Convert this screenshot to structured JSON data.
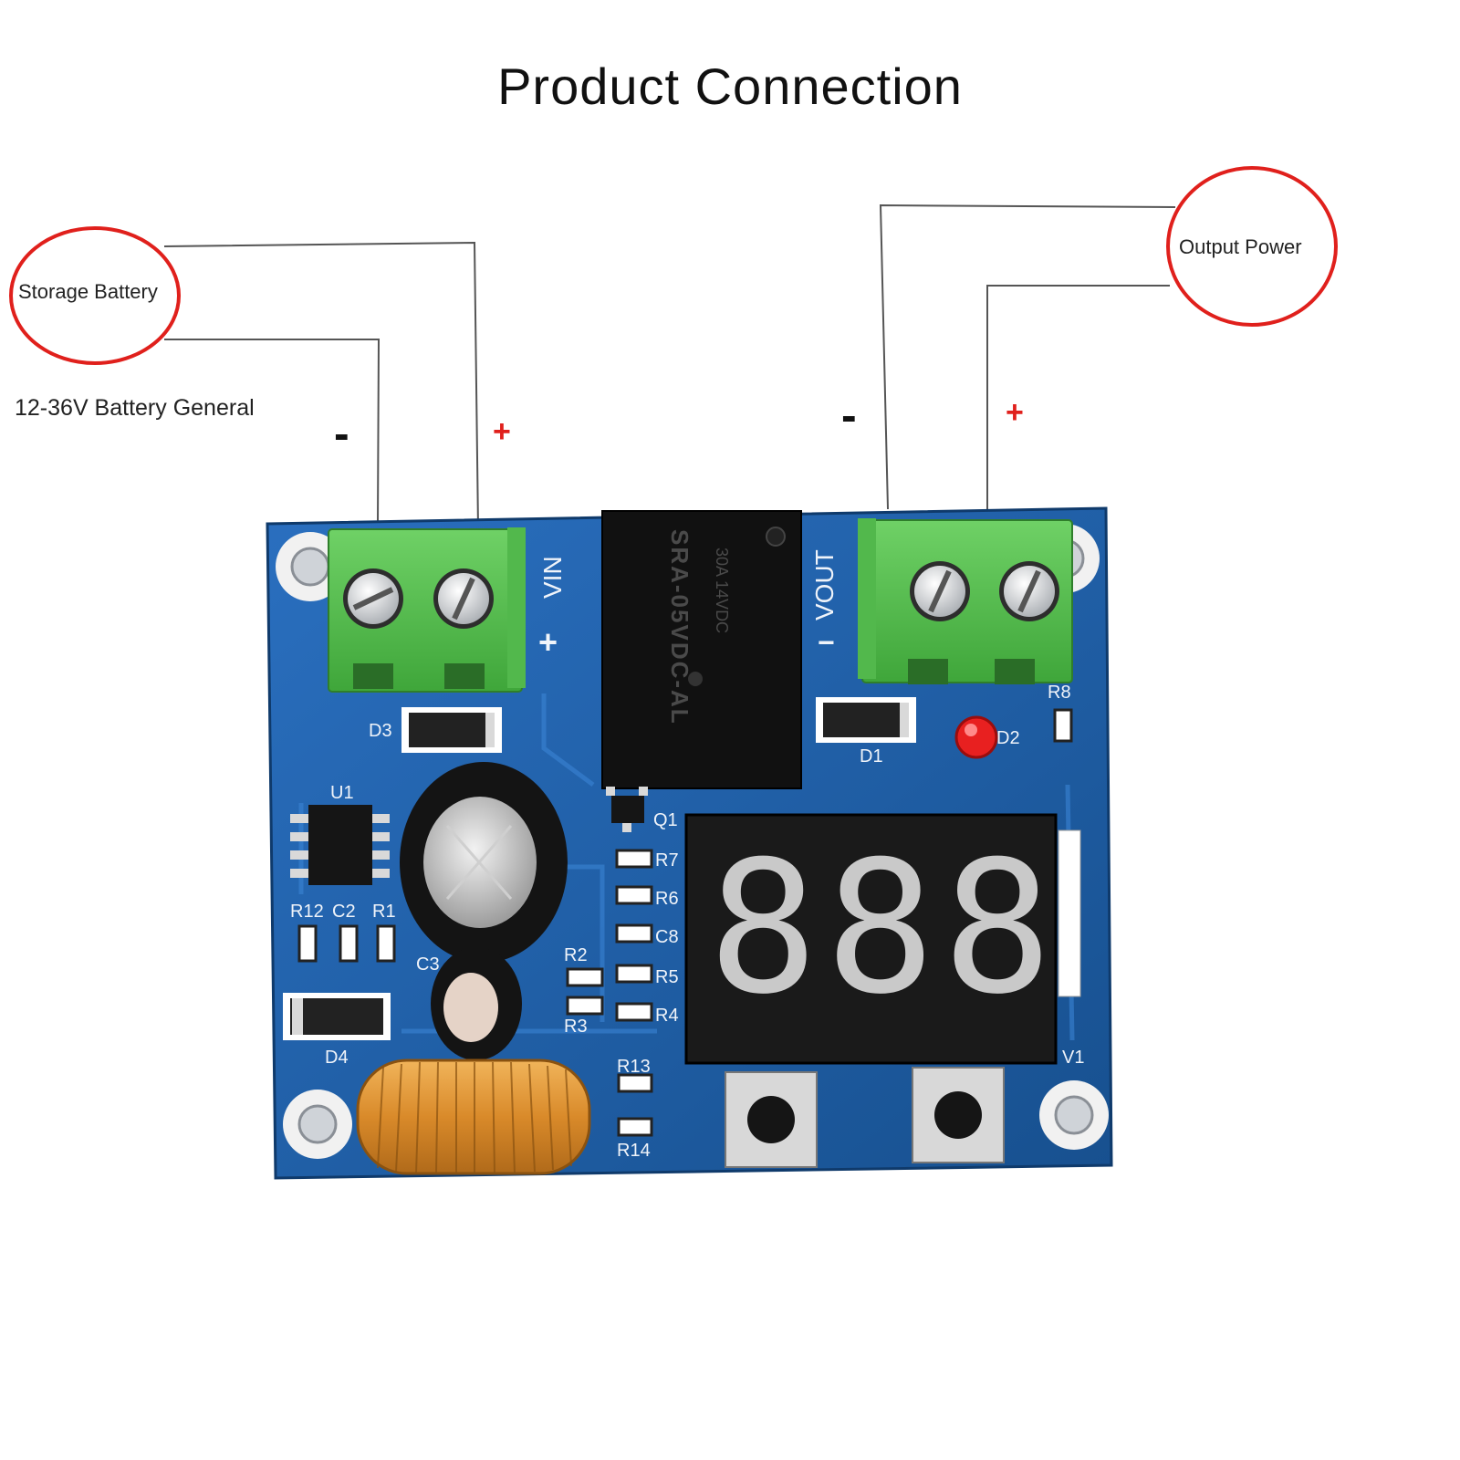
{
  "title": "Product Connection",
  "input": {
    "callout": "Storage Battery",
    "note": "12-36V Battery General",
    "minus": "-",
    "plus": "+"
  },
  "output": {
    "callout": "Output Power",
    "minus": "-",
    "plus": "+"
  },
  "board": {
    "vin_label": "VIN",
    "vin_plus": "+",
    "vout_label": "VOUT",
    "vout_minus": "−",
    "relay_text": "SRA-05VDC-AL",
    "relay_rating": "30A 14VDC",
    "display_digits": "888",
    "components": [
      "D3",
      "D1",
      "D2",
      "D4",
      "U1",
      "Q1",
      "R1",
      "R2",
      "R3",
      "R4",
      "R5",
      "R6",
      "R7",
      "R8",
      "R12",
      "R13",
      "R14",
      "C2",
      "C3",
      "C8",
      "V1"
    ]
  },
  "colors": {
    "callout_ring": "#e0201c",
    "plus_sign": "#e0201c",
    "pcb": "#1f5ea8",
    "terminal": "#4fbf4a",
    "display_segment": "#c9c9c9"
  }
}
